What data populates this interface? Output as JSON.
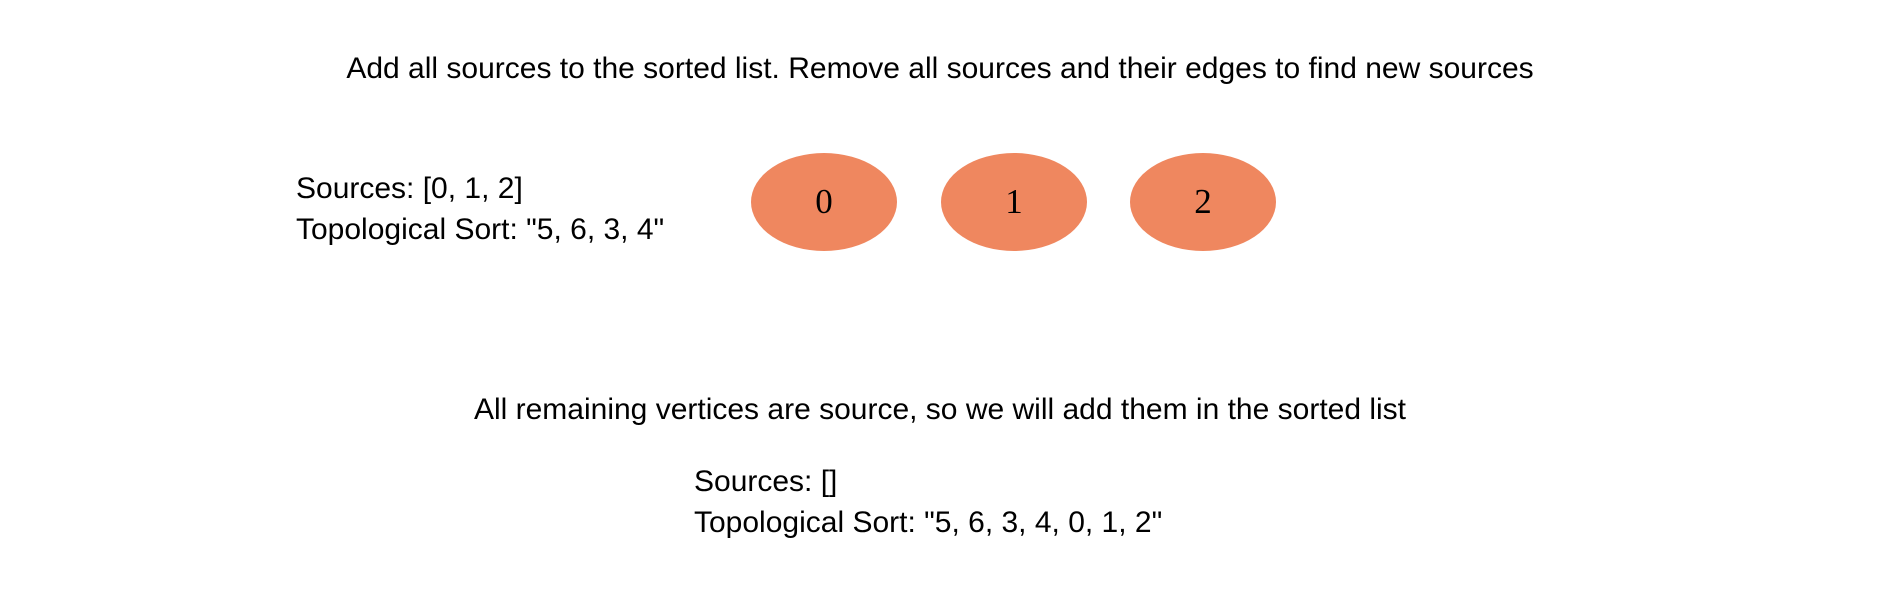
{
  "top_panel": {
    "caption": "Add all sources to the sorted list. Remove all sources and their edges to find new sources",
    "sources_line": "Sources: [0, 1, 2]",
    "sort_line": "Topological Sort: \"5, 6, 3, 4\""
  },
  "nodes": [
    {
      "label": "0",
      "color": "#EF875F"
    },
    {
      "label": "1",
      "color": "#EF875F"
    },
    {
      "label": "2",
      "color": "#EF875F"
    }
  ],
  "bottom_panel": {
    "caption": "All remaining vertices are source, so we will add them in the sorted list",
    "sources_line": "Sources: []",
    "sort_line": "Topological Sort: \"5, 6, 3, 4, 0, 1, 2\""
  }
}
